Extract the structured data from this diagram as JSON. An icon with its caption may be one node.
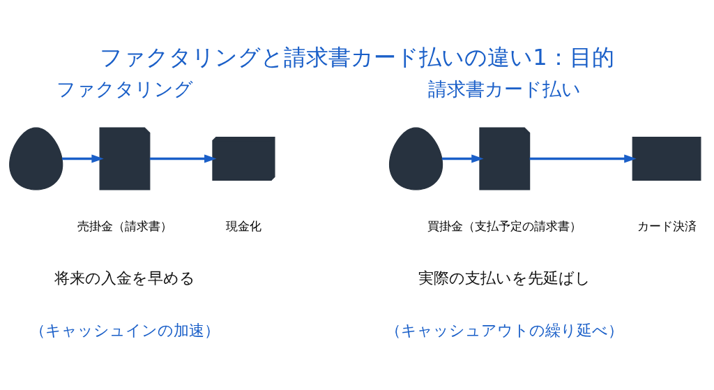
{
  "diagram": {
    "title": "ファクタリングと請求書カード払いの違い1：目的",
    "nodes": [
      {
        "text": [],
        "shape": "person"
      },
      {
        "text": [],
        "shape": "document",
        "beside": [
          "売掛金（請求書）"
        ]
      },
      {
        "text": [],
        "shape": "money",
        "beside": [
          "現金化"
        ]
      },
      {
        "text": [],
        "shape": "person"
      },
      {
        "text": [],
        "shape": "document",
        "beside": [
          "買掛金（支払予定の請求書）"
        ]
      },
      {
        "text": [],
        "shape": "card",
        "beside": [
          "カード決済"
        ]
      }
    ],
    "edges": [
      {
        "from": 0,
        "to": 1,
        "arrow": "to"
      },
      {
        "from": 1,
        "to": 2,
        "arrow": "to"
      },
      {
        "from": 3,
        "to": 4,
        "arrow": "to"
      },
      {
        "from": 4,
        "to": 5,
        "arrow": "to"
      }
    ],
    "labels": [
      "ファクタリング",
      "請求書カード払い",
      "将来の入金を早める",
      "（キャッシュインの加速）",
      "実際の支払いを先延ばし",
      "（キャッシュアウトの繰り延べ）"
    ]
  }
}
